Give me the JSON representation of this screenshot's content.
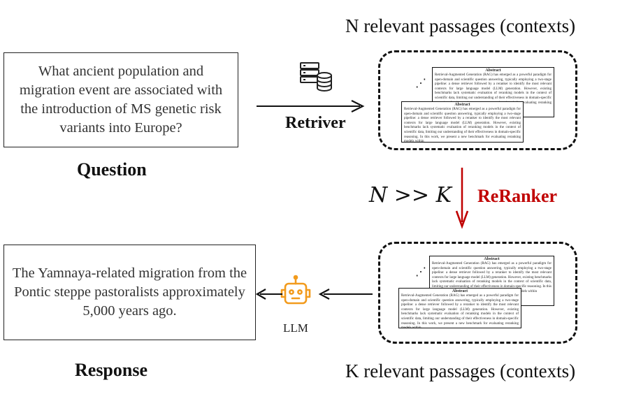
{
  "question": {
    "text": "What ancient population and migration event are associated with the introduction of MS genetic risk variants into Europe?",
    "label": "Question"
  },
  "retriever": {
    "label": "Retriver",
    "icon": "server-database-icon"
  },
  "top_passages": {
    "heading": "N relevant passages (contexts)"
  },
  "bottom_passages": {
    "heading": "K relevant passages (contexts)"
  },
  "relation": {
    "math": "N >> K",
    "reranker_label": "ReRanker",
    "reranker_color": "#c00000"
  },
  "llm": {
    "label": "LLM",
    "icon": "robot-icon",
    "icon_color": "#f29b1d"
  },
  "response": {
    "text": "The Yamnaya-related migration from the Pontic steppe pastoralists approximately 5,000 years ago.",
    "label": "Response"
  },
  "doc": {
    "title": "Abstract",
    "body": "Retrieval-Augmented Generation (RAG) has emerged as a powerful paradigm for open-domain and scientific question answering, typically employing a two-stage pipeline: a dense retriever followed by a reranker to identify the most relevant contexts for large language model (LLM) generation. However, existing benchmarks lack systematic evaluation of reranking models in the context of scientific data, limiting our understanding of their effectiveness in domain-specific reasoning. In this work, we present a new benchmark for evaluating reranking models within"
  }
}
